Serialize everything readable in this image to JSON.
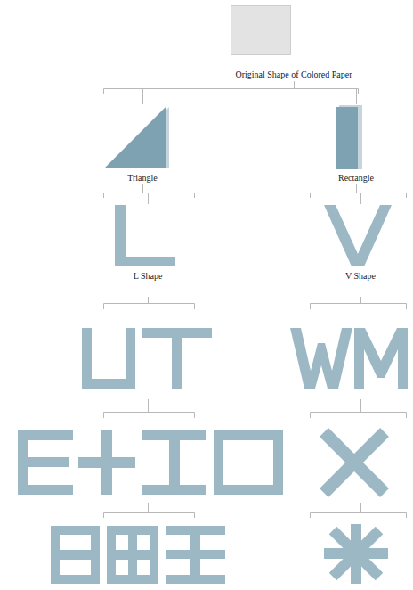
{
  "diagram": {
    "nodes": [
      {
        "text": [
          "Original Shape of Colored Paper"
        ]
      },
      {
        "text": [
          "Triangle"
        ]
      },
      {
        "text": [
          "Rectangle"
        ]
      },
      {
        "text": [
          "L Shape"
        ]
      },
      {
        "text": [
          "V Shape"
        ]
      }
    ],
    "edges": [
      {
        "from": 0,
        "to": 1,
        "arrow": "none"
      },
      {
        "from": 0,
        "to": 2,
        "arrow": "none"
      },
      {
        "from": 1,
        "to": 3,
        "arrow": "none"
      },
      {
        "from": 2,
        "to": 4,
        "arrow": "none"
      }
    ]
  }
}
